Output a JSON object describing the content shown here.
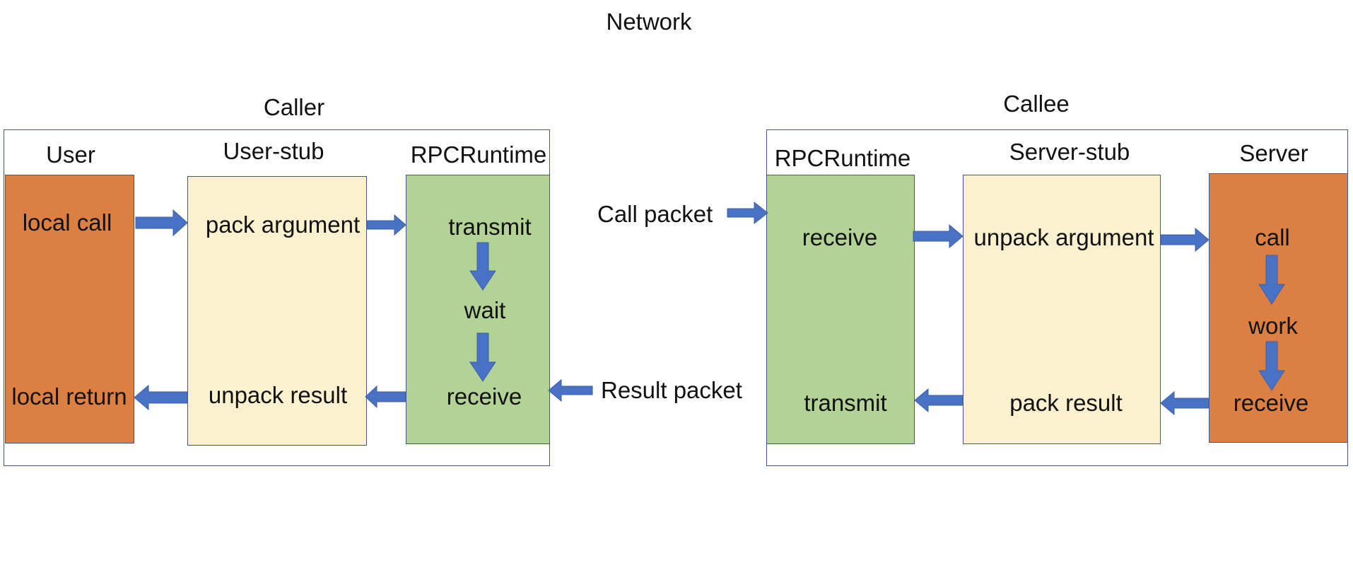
{
  "title": "Network",
  "caller": {
    "title": "Caller",
    "user": {
      "title": "User",
      "top": "local call",
      "bottom": "local return"
    },
    "user_stub": {
      "title": "User-stub",
      "top": "pack argument",
      "bottom": "unpack result"
    },
    "runtime": {
      "title": "RPCRuntime",
      "top": "transmit",
      "middle": "wait",
      "bottom": "receive"
    }
  },
  "callee": {
    "title": "Callee",
    "runtime": {
      "title": "RPCRuntime",
      "top": "receive",
      "bottom": "transmit"
    },
    "server_stub": {
      "title": "Server-stub",
      "top": "unpack argument",
      "bottom": "pack result"
    },
    "server": {
      "title": "Server",
      "top": "call",
      "middle": "work",
      "bottom": "receive"
    }
  },
  "packets": {
    "call": "Call packet",
    "result": "Result packet"
  },
  "colors": {
    "user_server": "#db8042",
    "stub": "#fbf1cf",
    "runtime": "#b3d296",
    "arrow": "#4a72c4",
    "border": "#41578a"
  }
}
